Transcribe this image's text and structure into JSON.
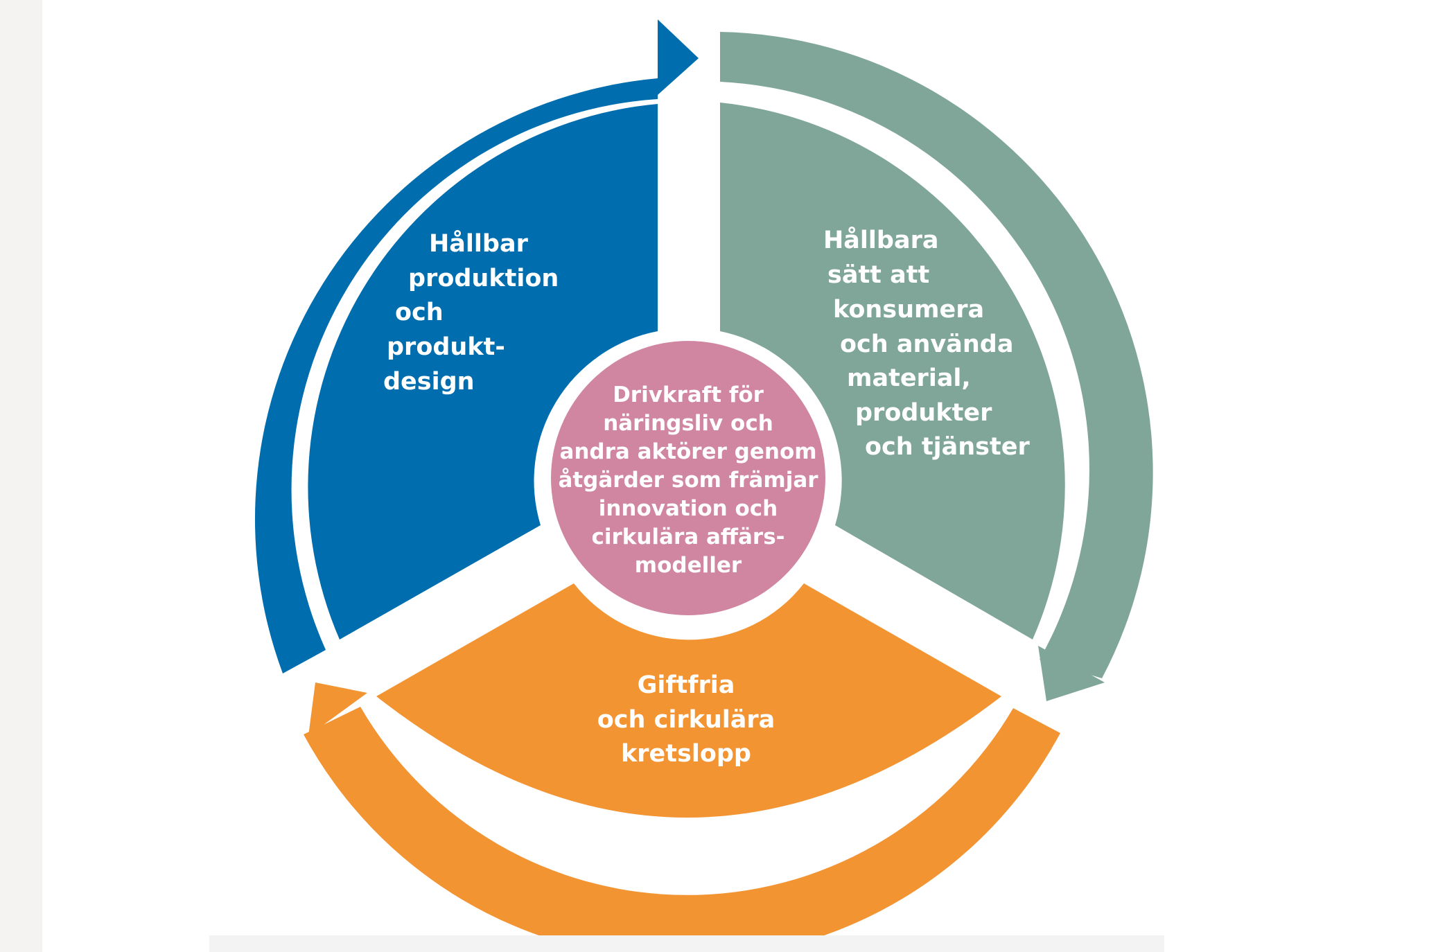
{
  "colors": {
    "blue": "#006eae",
    "sage": "#80a69a",
    "orange": "#f39433",
    "pink": "#d085a1",
    "page_background": "#ffffff",
    "side_strip": "#f4f3f1",
    "caption_bar": "#f3f3f3"
  },
  "diagram": {
    "center": {
      "lines": [
        "Drivkraft för",
        "näringsliv och",
        "andra aktörer genom",
        "åtgärder som främjar",
        "innovation och",
        "cirkulära affärs-",
        "modeller"
      ]
    },
    "segments": [
      {
        "id": "production",
        "lines": [
          "Hållbar",
          "produktion",
          "och",
          "produkt-",
          "design"
        ]
      },
      {
        "id": "consumption",
        "lines": [
          "Hållbara",
          "sätt att",
          "konsumera",
          "och använda",
          "material,",
          "produkter",
          "och tjänster"
        ]
      },
      {
        "id": "cycles",
        "lines": [
          "Giftfria",
          "och cirkulära",
          "kretslopp"
        ]
      }
    ]
  }
}
